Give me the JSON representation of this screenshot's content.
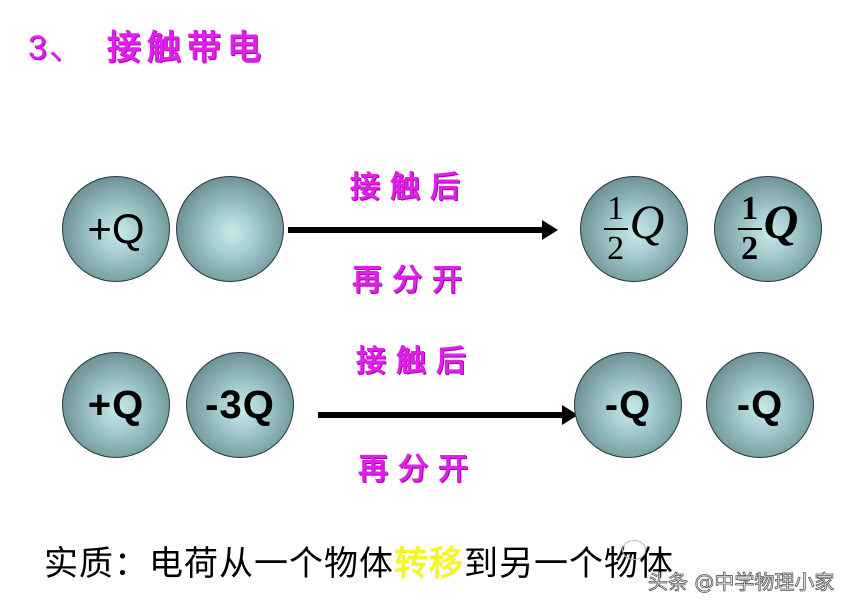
{
  "title": {
    "number": "3、",
    "text": "接触带电"
  },
  "row1": {
    "before": [
      {
        "label": "+Q"
      },
      {
        "label": ""
      }
    ],
    "caption_top": "接触后",
    "caption_bottom": "再分开",
    "after": [
      {
        "numerator": "1",
        "denominator": "2",
        "symbol": "Q"
      },
      {
        "numerator": "1",
        "denominator": "2",
        "symbol": "Q"
      }
    ]
  },
  "row2": {
    "before": [
      {
        "label": "+Q"
      },
      {
        "label": "-3Q"
      }
    ],
    "caption_top": "接触后",
    "caption_bottom": "再分开",
    "after": [
      {
        "label": "-Q"
      },
      {
        "label": "-Q"
      }
    ]
  },
  "summary": {
    "prefix": "实质：电荷从一个物体",
    "highlight": "转移",
    "suffix": "到另一个物体"
  },
  "watermark": {
    "text": "头条 @中学物理小家"
  },
  "colors": {
    "title": "#e020e8",
    "highlight": "#f4f42a",
    "sphere": "#82a9ac"
  }
}
